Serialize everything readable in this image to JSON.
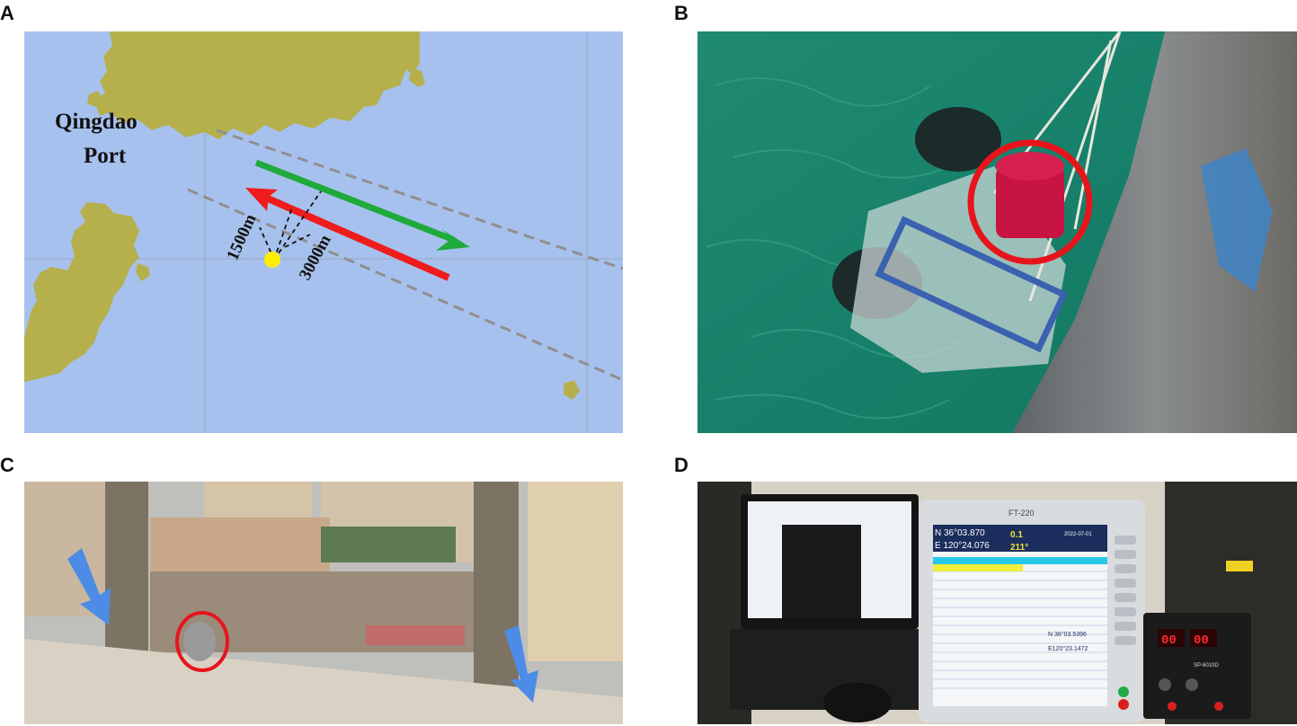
{
  "panels": {
    "a": {
      "letter": "A"
    },
    "b": {
      "letter": "B"
    },
    "c": {
      "letter": "C"
    },
    "d": {
      "letter": "D"
    }
  },
  "map": {
    "place_label_line1": "Qingdao",
    "place_label_line2": "Port",
    "distance_short": "1500m",
    "distance_long": "3000m",
    "colors": {
      "sea": "#a7c1ee",
      "land": "#b5b04c",
      "outbound_arrow": "#1faa3c",
      "return_arrow": "#ee1c1c",
      "marker": "#ffee00",
      "lane": "#8f8f8f"
    }
  },
  "photo_b": {
    "highlights": [
      {
        "shape": "circle",
        "color": "#e8141c"
      },
      {
        "shape": "rectangle",
        "color": "#3a62b0"
      }
    ]
  },
  "photo_c": {
    "highlights": [
      {
        "shape": "ellipse",
        "color": "#e8141c"
      }
    ],
    "arrows": [
      {
        "color": "#4d8ce6"
      },
      {
        "color": "#4d8ce6"
      }
    ]
  },
  "photo_d": {
    "chartplotter": {
      "brand": "FT-220",
      "lat": "N  36°03.870",
      "lon": "E 120°24.076",
      "speed": "0.1",
      "course": "211°",
      "date": "2022-07-01",
      "pos_lat": "N 36°03.5396",
      "pos_lon": "E120°23.1472"
    },
    "power_supply": {
      "display_left": "00",
      "display_right": "00",
      "model": "SP-6010D"
    }
  }
}
